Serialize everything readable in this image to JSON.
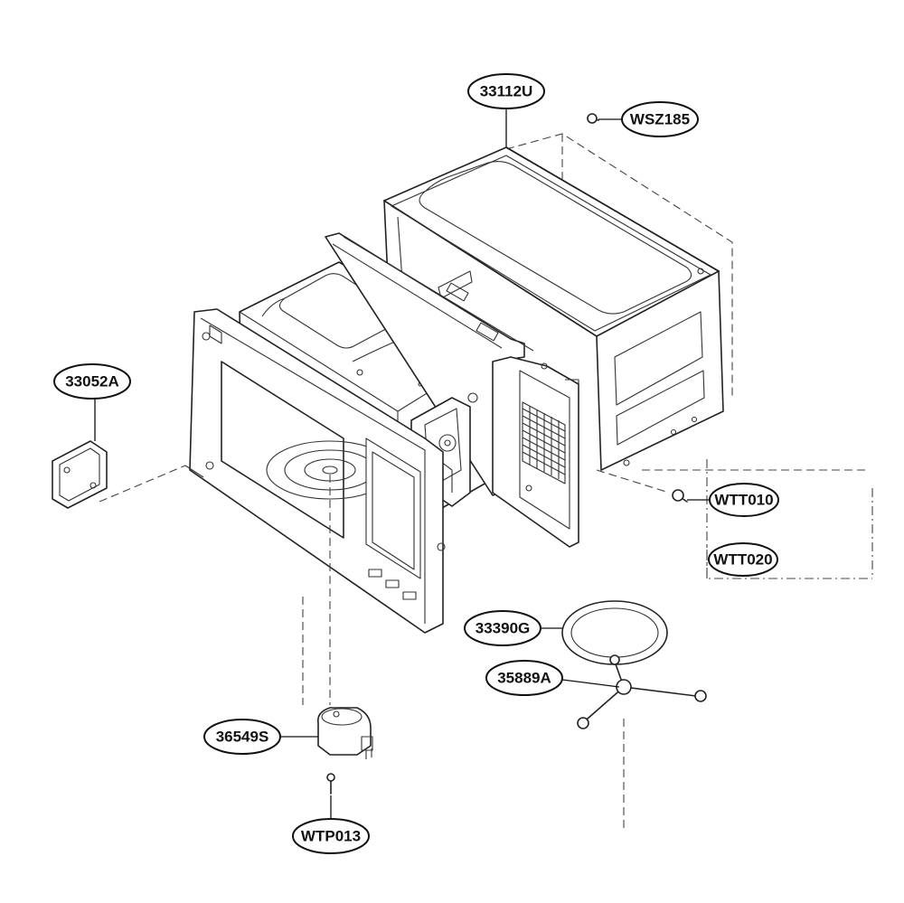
{
  "diagram": {
    "callouts": [
      {
        "id": "c1",
        "label": "33112U"
      },
      {
        "id": "c2",
        "label": "WSZ185"
      },
      {
        "id": "c3",
        "label": "33052A"
      },
      {
        "id": "c4",
        "label": "WTT010"
      },
      {
        "id": "c5",
        "label": "WTT020"
      },
      {
        "id": "c6",
        "label": "33390G"
      },
      {
        "id": "c7",
        "label": "35889A"
      },
      {
        "id": "c8",
        "label": "36549S"
      },
      {
        "id": "c9",
        "label": "WTP013"
      }
    ]
  }
}
